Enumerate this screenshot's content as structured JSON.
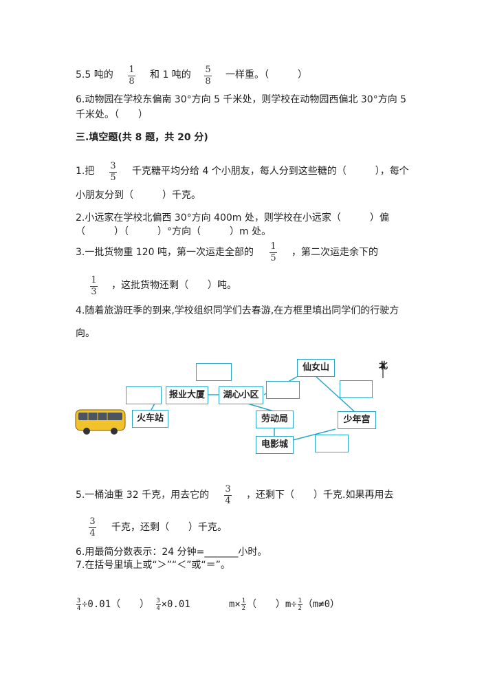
{
  "q5_judge": {
    "a": "5.5 吨的",
    "frac1": {
      "num": "1",
      "den": "8"
    },
    "b": "和 1 吨的",
    "frac2": {
      "num": "5",
      "den": "8"
    },
    "c": "一样重。（　　　）"
  },
  "q6_judge": {
    "line1": "6.动物园在学校东偏南 30°方向 5 千米处，则学校在动物园西偏北 30°方向 5",
    "line2": "千米处。（　　）"
  },
  "section3": {
    "title": "三.填空题(共 8 题，共 20 分)"
  },
  "f1": {
    "a": "1.把",
    "frac": {
      "num": "3",
      "den": "5"
    },
    "b": "千克糖平均分给 4 个小朋友，每人分到这些糖的（　　　），每个",
    "line2": "小朋友分到（　　　）千克。"
  },
  "f2": {
    "line1": "2.小远家在学校北偏西 30°方向 400m 处，则学校在小远家（　　　）偏",
    "line2": "（　　　）（　　　）°方向（　　　）m 处。"
  },
  "f3": {
    "a": "3.一批货物重 120 吨，第一次运走全部的",
    "frac1": {
      "num": "1",
      "den": "5"
    },
    "b": "，第二次运走余下的",
    "frac2": {
      "num": "1",
      "den": "3"
    },
    "c": "，这批货物还剩（　　）吨。"
  },
  "f4": {
    "line1": "4.随着旅游旺季的到来,学校组织同学们去春游,在方框里填出同学们的行驶方",
    "line2": "向。"
  },
  "map": {
    "north": "北",
    "nodes": {
      "baoye": "报业大厦",
      "huxin": "湖心小区",
      "xiannv": "仙女山",
      "huoche": "火车站",
      "laodong": "劳动局",
      "shaonian": "少年宫",
      "dianying": "电影城"
    }
  },
  "f5": {
    "a": "5.一桶油重 32 千克，用去它的",
    "frac1": {
      "num": "3",
      "den": "4"
    },
    "b": "，还剩下（　　）千克.如果再用去",
    "frac2": {
      "num": "3",
      "den": "4"
    },
    "c": "千克，还剩（　　）千克。"
  },
  "f6": {
    "text": "6.用最简分数表示：24 分钟=_______小时。"
  },
  "f7": {
    "text": "7.在括号里填上或“＞”“＜”或“＝”。"
  },
  "math": {
    "e1a": "÷0.01（　　）",
    "e1b": "×0.01",
    "e2a": "m×",
    "e2b": "（　　）m÷",
    "e2c": "（m≠0）",
    "n3": "3",
    "d4": "4",
    "n1": "1",
    "d2": "2"
  }
}
